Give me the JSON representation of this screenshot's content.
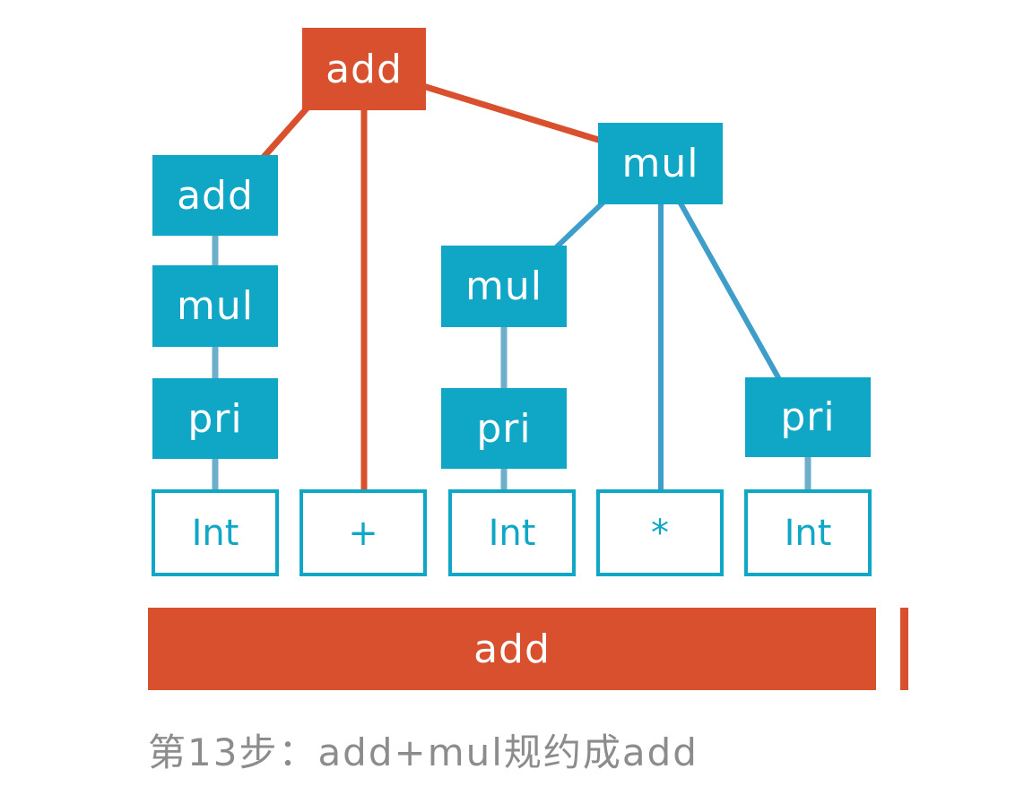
{
  "colors": {
    "red": "#D8502D",
    "teal": "#0FA7C5",
    "line_teal": "#3F9EC9",
    "line_light": "#6FAECB",
    "caption_gray": "#8C8C8C"
  },
  "nodes": {
    "root_add": {
      "label": "add"
    },
    "left_add": {
      "label": "add"
    },
    "left_mul": {
      "label": "mul"
    },
    "left_pri": {
      "label": "pri"
    },
    "right_mul": {
      "label": "mul"
    },
    "mid_mul": {
      "label": "mul"
    },
    "mid_pri": {
      "label": "pri"
    },
    "right_pri": {
      "label": "pri"
    }
  },
  "terminals": {
    "t1": {
      "label": "Int"
    },
    "t2": {
      "label": "+"
    },
    "t3": {
      "label": "Int"
    },
    "t4": {
      "label": "*"
    },
    "t5": {
      "label": "Int"
    }
  },
  "reduction_bar": {
    "label": "add"
  },
  "caption": {
    "text": "第13步：add+mul规约成add"
  }
}
